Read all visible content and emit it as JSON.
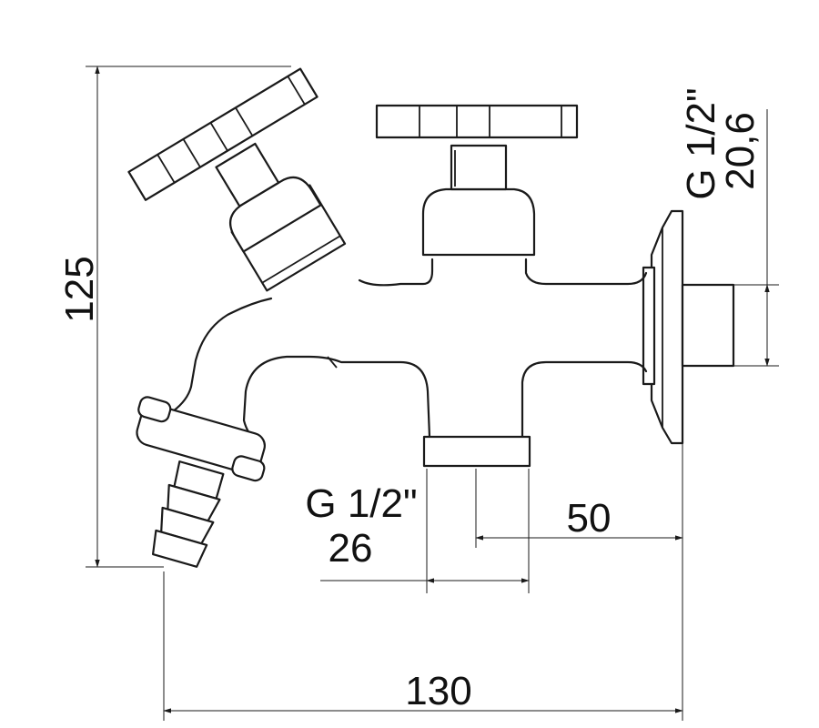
{
  "dimensions": {
    "overall_height": "125",
    "overall_length": "130",
    "spout_offset": "50",
    "spout_thread": "G 1/2\"",
    "spout_size": "26",
    "inlet_thread": "G 1/2\"",
    "inlet_size": "20,6"
  },
  "colors": {
    "line": "#1a1a1a",
    "background": "#ffffff"
  }
}
